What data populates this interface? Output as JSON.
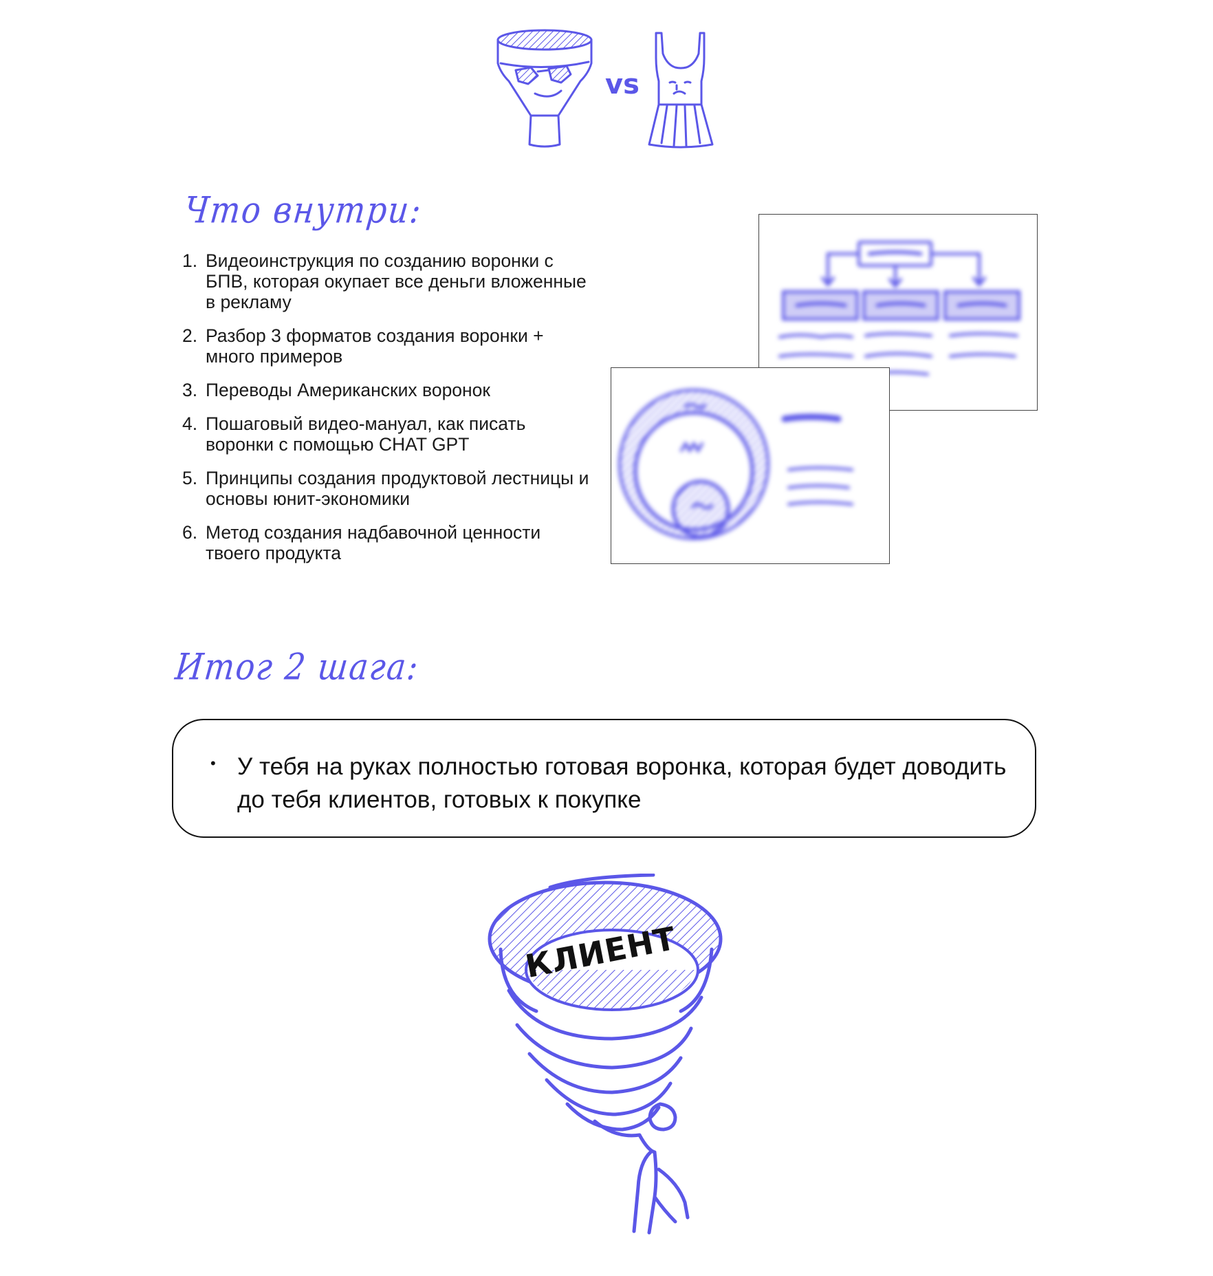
{
  "header": {
    "vs_label": "vs"
  },
  "inside": {
    "heading": "Что внутри:",
    "items": [
      {
        "num": "1.",
        "text": "Видеоинструкция по созданию воронки с БПВ, которая окупает все деньги вложенные в рекламу"
      },
      {
        "num": "2.",
        "text": "Разбор 3 форматов создания воронки + много примеров"
      },
      {
        "num": "3.",
        "text": "Переводы Американских воронок"
      },
      {
        "num": "4.",
        "text": "Пошаговый видео-мануал, как писать воронки с помощью CHAT GPT"
      },
      {
        "num": "5.",
        "text": "Принципы создания продуктовой лестницы и основы юнит-экономики"
      },
      {
        "num": "6.",
        "text": "Метод создания надбавочной ценности твоего продукта"
      }
    ]
  },
  "summary": {
    "heading": "Итог 2 шага:",
    "bullet_symbol": "•",
    "text": "У тебя на руках полностью готовая воронка, которая будет доводить до тебя клиентов, готовых к покупке"
  },
  "illustration": {
    "funnel_label": "КЛИЕНТ"
  },
  "colors": {
    "accent": "#5b57e8",
    "text": "#111111",
    "background": "#ffffff"
  }
}
